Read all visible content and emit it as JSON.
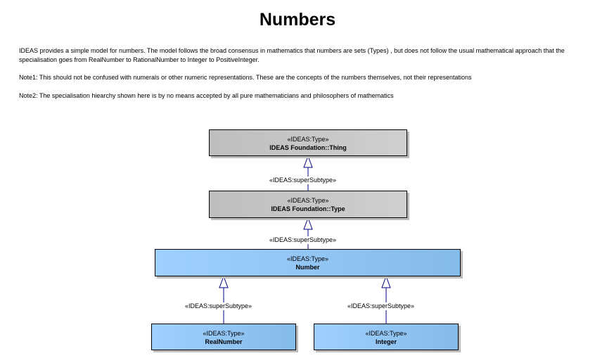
{
  "title": "Numbers",
  "notes": {
    "intro": "IDEAS provides a simple model for numbers. The model follows the broad consensus in mathematics that numbers are sets (Types) , but does not follow the usual mathematical approach that the specialisation goes from RealNumber to RationalNumber to Integer to PositiveInteger.",
    "note1": "Note1: This should not be confused with numerals or other numeric representations. These are the concepts of the numbers themselves, not their representations",
    "note2": "Note2: The specialisation hiearchy shown here is by no means accepted by all pure mathematicians and philosophers of mathematics"
  },
  "diagram": {
    "thing": {
      "stereotype": "«IDEAS:Type»",
      "name": "IDEAS Foundation::Thing"
    },
    "type": {
      "stereotype": "«IDEAS:Type»",
      "name": "IDEAS Foundation::Type"
    },
    "number": {
      "stereotype": "«IDEAS:Type»",
      "name": "Number"
    },
    "realnumber": {
      "stereotype": "«IDEAS:Type»",
      "name": "RealNumber"
    },
    "integer": {
      "stereotype": "«IDEAS:Type»",
      "name": "Integer"
    },
    "links": {
      "type_to_thing": "«IDEAS:superSubtype»",
      "number_to_type": "«IDEAS:superSubtype»",
      "real_to_number": "«IDEAS:superSubtype»",
      "integer_to_number": "«IDEAS:superSubtype»"
    }
  },
  "colors": {
    "grey_box": "#c4c4c4",
    "blue_box": "#92c6f4",
    "connector": "#00008b"
  }
}
